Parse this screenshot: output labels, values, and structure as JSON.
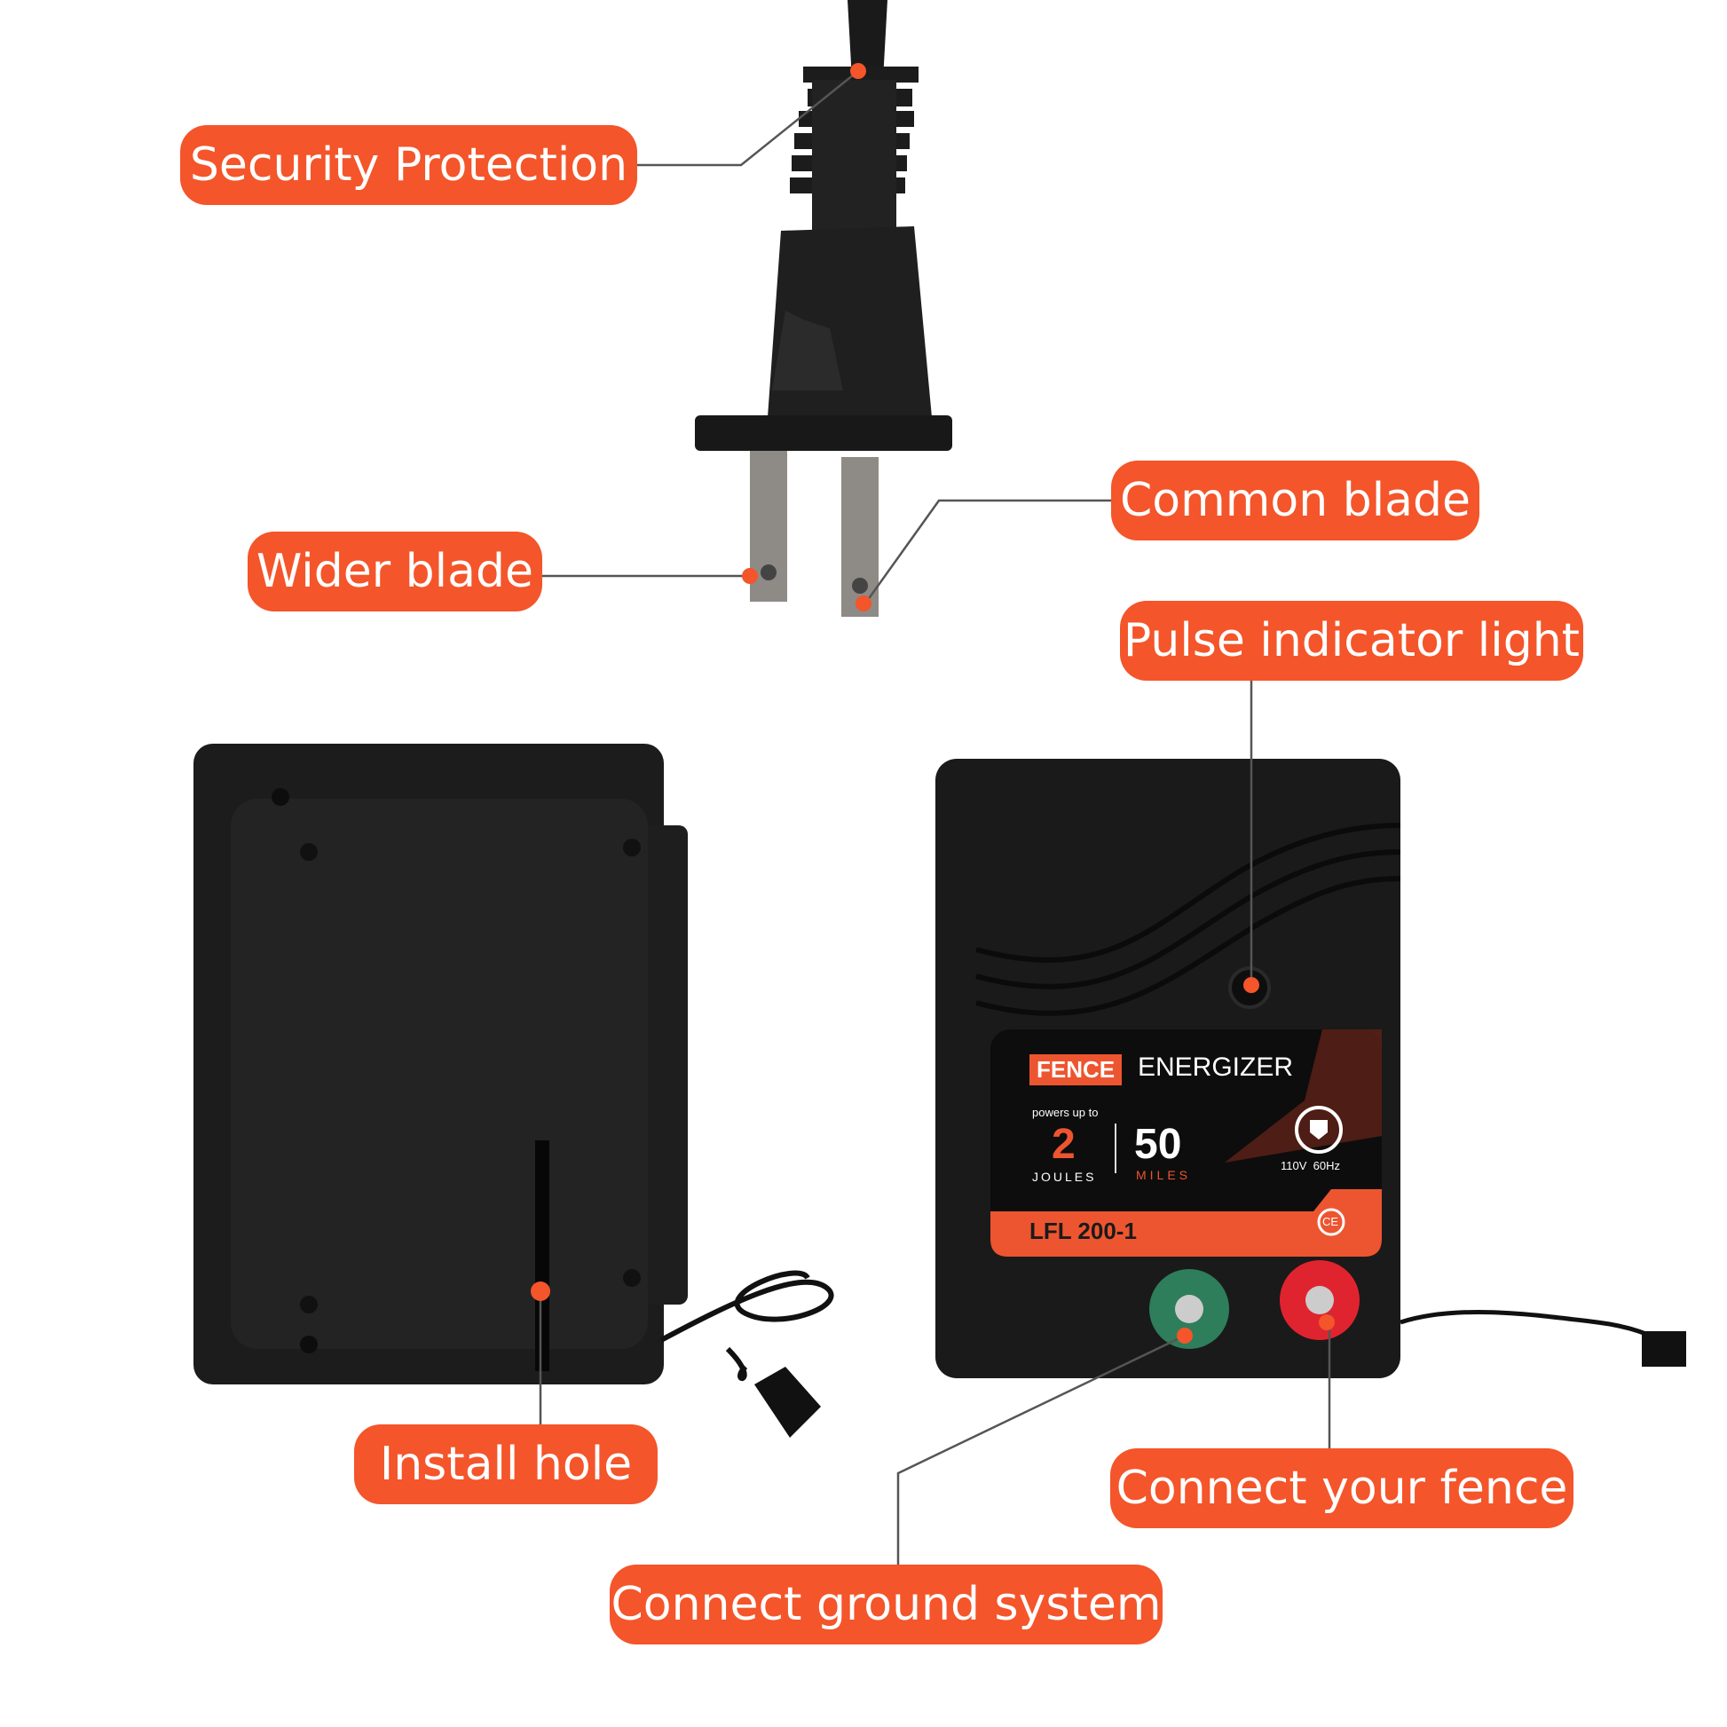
{
  "labels": {
    "security_protection": "Security Protection",
    "wider_blade": "Wider blade",
    "common_blade": "Common blade",
    "pulse_indicator_light": "Pulse indicator light",
    "install_hole": "Install hole",
    "connect_your_fence": "Connect your fence",
    "connect_ground_system": "Connect ground system"
  },
  "product_panel": {
    "brand_highlight": "FENCE",
    "brand_rest": "ENERGIZER",
    "powers_up_to": "powers up to",
    "joules_value": "2",
    "joules_unit": "JOULES",
    "miles_value": "50",
    "miles_unit": "MILES",
    "voltage": "110V  60Hz",
    "model": "LFL 200-1",
    "cert_mark": "CE"
  },
  "colors": {
    "accent": "#f4552a",
    "device": "#1c1c1c",
    "ground_terminal": "#2e7d5b",
    "fence_terminal": "#e0242f"
  }
}
